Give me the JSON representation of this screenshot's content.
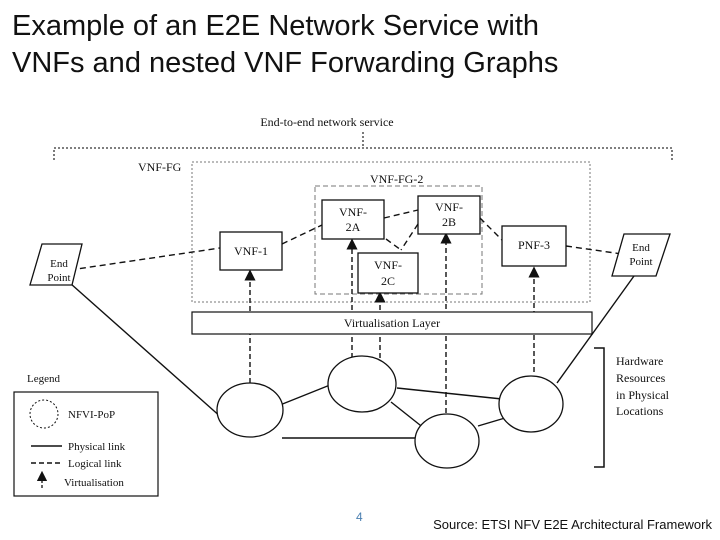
{
  "slide": {
    "title_line1": "Example of an E2E Network Service with",
    "title_line2": "VNFs and nested VNF Forwarding Graphs",
    "page_number": "4",
    "source": "Source: ETSI NFV E2E Architectural Framework"
  },
  "diagram": {
    "e2e_label": "End-to-end network service",
    "vnffg_label": "VNF-FG",
    "vnffg2_label": "VNF-FG-2",
    "vnf1": "VNF-1",
    "vnf2a_line1": "VNF-",
    "vnf2a_line2": "2A",
    "vnf2b_line1": "VNF-",
    "vnf2b_line2": "2B",
    "vnf2c_line1": "VNF-",
    "vnf2c_line2": "2C",
    "pnf3": "PNF-3",
    "endpoint_line1": "End",
    "endpoint_line2": "Point",
    "virt_layer": "Virtualisation Layer",
    "hw_line1": "Hardware",
    "hw_line2": "Resources",
    "hw_line3": "in Physical",
    "hw_line4": "Locations"
  },
  "legend": {
    "title": "Legend",
    "nfvi_pop": "NFVI-PoP",
    "physical_link": "Physical link",
    "logical_link": "Logical link",
    "virtualisation": "Virtualisation"
  }
}
